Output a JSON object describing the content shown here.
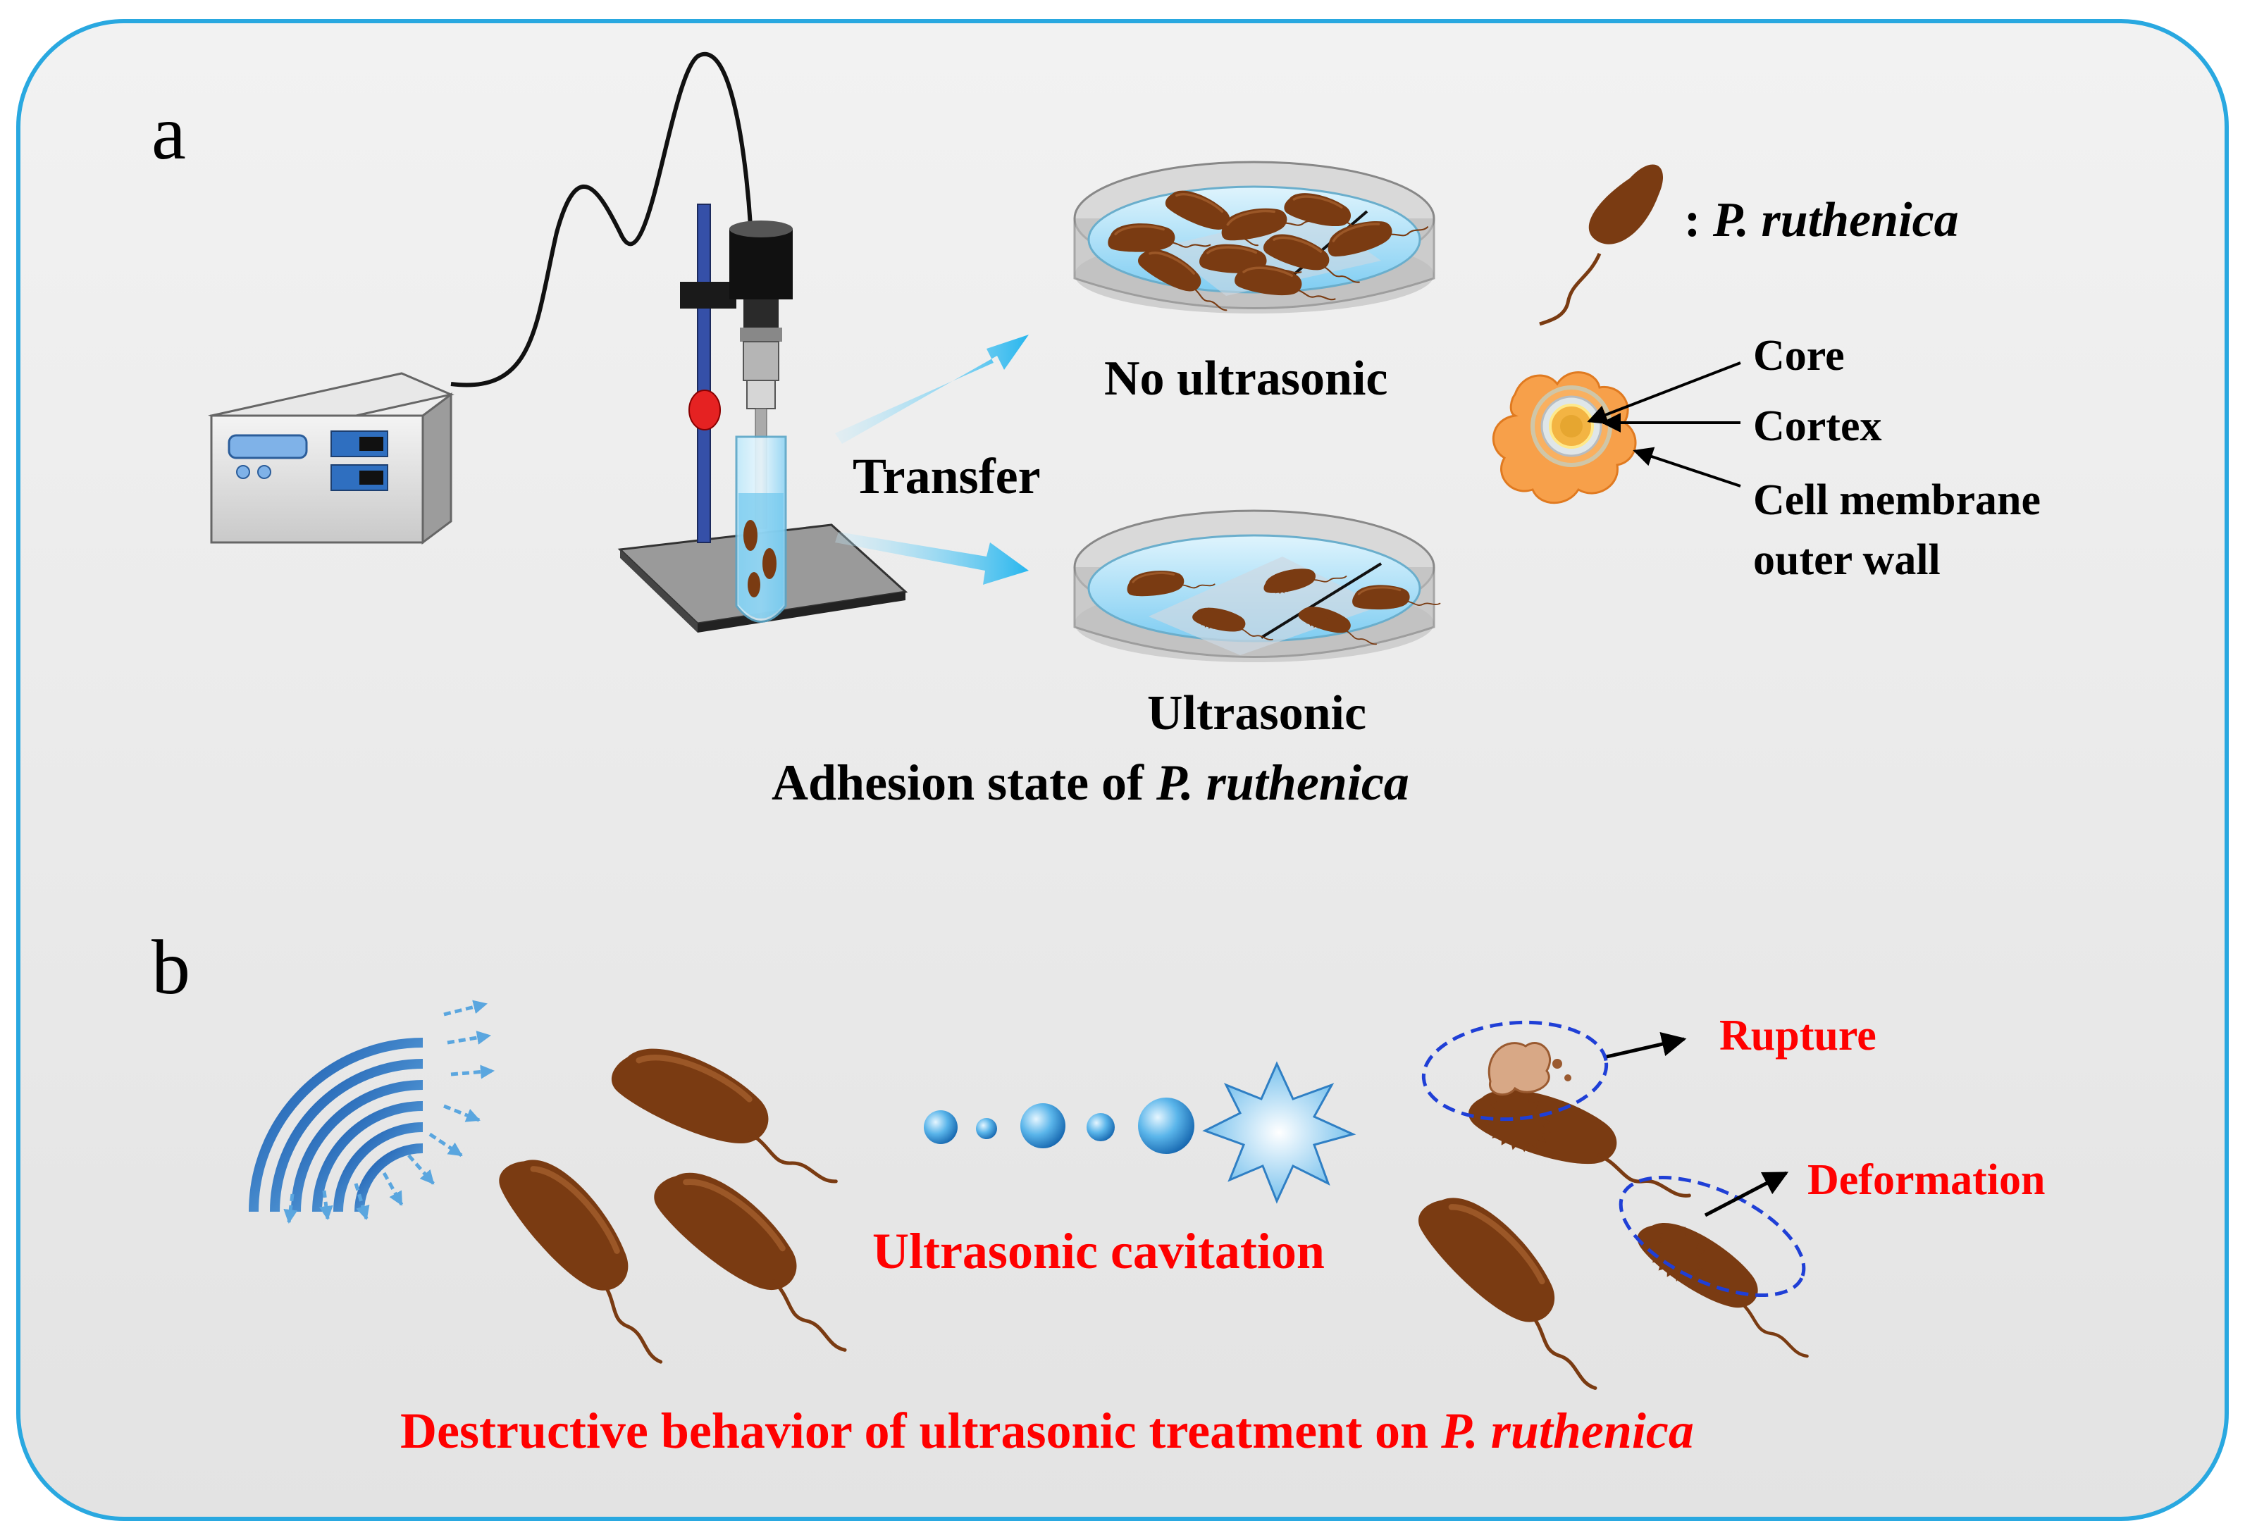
{
  "panel_a": {
    "letter": "a",
    "arrow_label": "Transfer",
    "dish_top_label": "No ultrasonic",
    "dish_bottom_label": "Ultrasonic",
    "caption_prefix": "Adhesion state of ",
    "caption_species": "P. ruthenica",
    "legend_colon": ": ",
    "legend_species": "P. ruthenica",
    "spore_labels": {
      "core": "Core",
      "cortex": "Cortex",
      "membrane_line1": "Cell membrane",
      "membrane_line2": "outer wall"
    }
  },
  "panel_b": {
    "letter": "b",
    "cavitation_label": "Ultrasonic cavitation",
    "rupture_label": "Rupture",
    "deformation_label": "Deformation",
    "caption_prefix": "Destructive behavior of ultrasonic treatment on ",
    "caption_species": "P. ruthenica"
  },
  "colors": {
    "frame_border": "#29a8e0",
    "background": "#ebebeb",
    "bacterium": "#7a3b12",
    "highlight_red": "#ff0000",
    "dashed_ellipse": "#1f3fd6",
    "arrow_cyan": "#3cc0f0",
    "spore_orange": "#f7a04a",
    "wave_blue": "#1e63b8"
  }
}
